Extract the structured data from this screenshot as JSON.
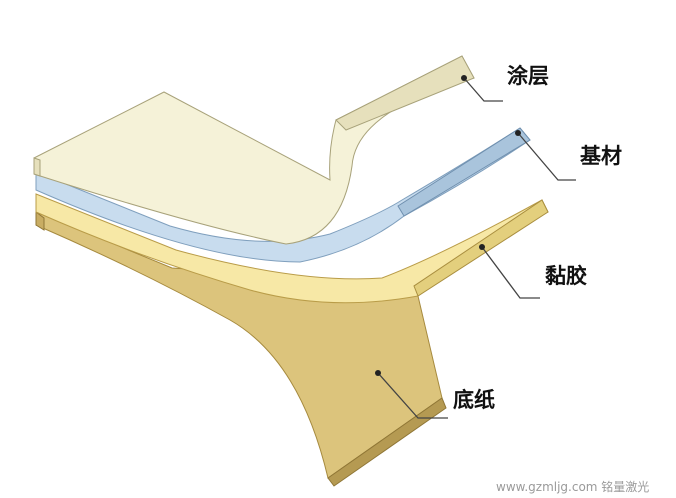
{
  "labels": {
    "coating": "涂层",
    "substrate": "基材",
    "adhesive": "黏胶",
    "backing": "底纸"
  },
  "watermark": "www.gzmljg.com 铭量激光",
  "colors": {
    "coating": "#f5f2d8",
    "substrate": "#c8dcee",
    "adhesive": "#f7e8a6",
    "backing": "#dcc47c",
    "leader_line": "#444444"
  }
}
